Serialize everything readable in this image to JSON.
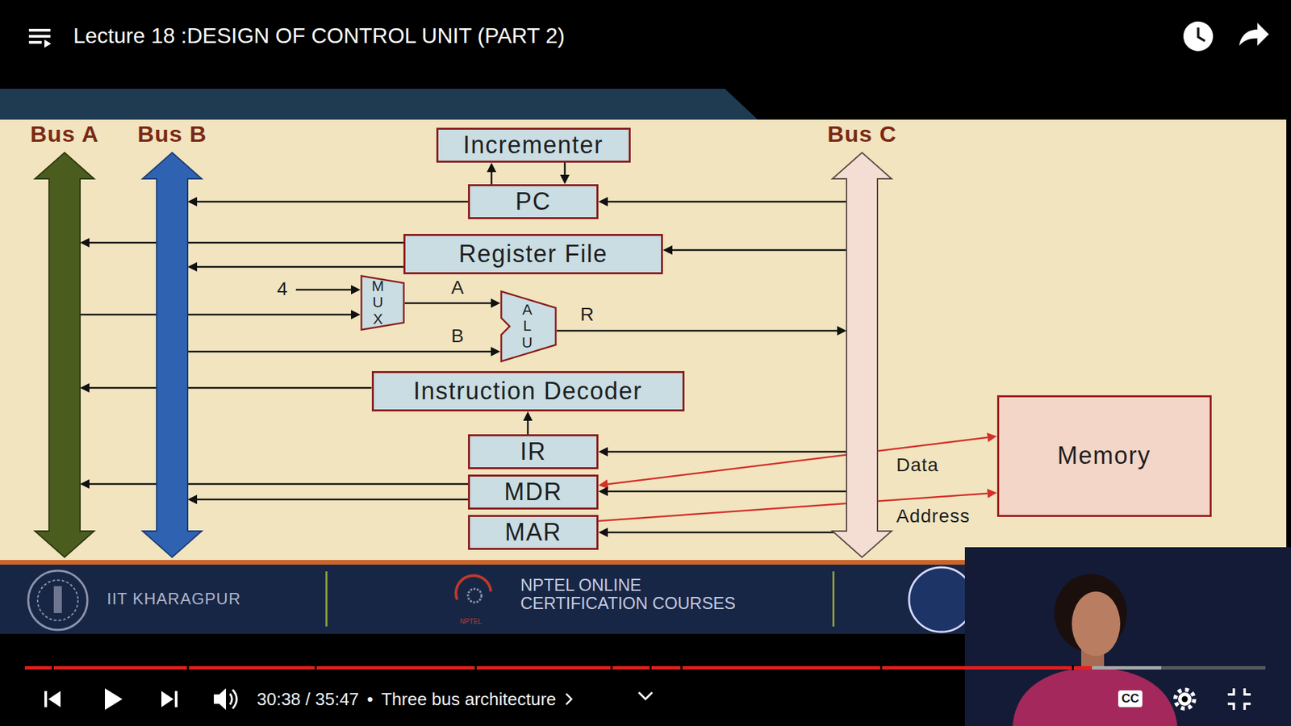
{
  "diagram": {
    "title": "Lecture 18 :DESIGN OF CONTROL UNIT (PART 2)",
    "nodes": [
      {
        "text": [
          "Bus A"
        ]
      },
      {
        "text": [
          "Bus B"
        ]
      },
      {
        "text": [
          "Incrementer"
        ]
      },
      {
        "text": [
          "Bus C"
        ]
      },
      {
        "text": [
          "PC"
        ]
      },
      {
        "text": [
          "Register File"
        ]
      },
      {
        "text": [
          "MUX"
        ]
      },
      {
        "text": [
          "ALU"
        ]
      },
      {
        "text": [
          "Instruction Decoder"
        ]
      },
      {
        "text": [
          "IR"
        ]
      },
      {
        "text": [
          "Memory"
        ]
      },
      {
        "text": [
          "MDR"
        ]
      },
      {
        "text": [
          "MAR"
        ]
      }
    ],
    "edges": [
      {
        "from": 4,
        "to": 2,
        "arrow": "to"
      },
      {
        "from": 2,
        "to": 4,
        "arrow": "to"
      },
      {
        "from": 4,
        "to": 1,
        "arrow": "to"
      },
      {
        "from": 3,
        "to": 4,
        "arrow": "to"
      },
      {
        "from": 5,
        "to": 0,
        "arrow": "to"
      },
      {
        "from": 3,
        "to": 5,
        "arrow": "to"
      },
      {
        "from": 5,
        "to": 1,
        "arrow": "to"
      },
      {
        "from": 0,
        "to": 6,
        "arrow": "to"
      },
      {
        "from": 6,
        "to": 7,
        "arrow": "to",
        "label": "A"
      },
      {
        "from": 1,
        "to": 7,
        "arrow": "to",
        "label": "B"
      },
      {
        "from": 7,
        "to": 3,
        "arrow": "to",
        "label": "R"
      },
      {
        "from": 8,
        "to": 0,
        "arrow": "to"
      },
      {
        "from": 9,
        "to": 8,
        "arrow": "to"
      },
      {
        "from": 3,
        "to": 9,
        "arrow": "to"
      },
      {
        "from": 11,
        "to": 10,
        "arrow": "both",
        "label": "Data"
      },
      {
        "from": 11,
        "to": 0,
        "arrow": "to"
      },
      {
        "from": 3,
        "to": 11,
        "arrow": "to"
      },
      {
        "from": 11,
        "to": 1,
        "arrow": "to"
      },
      {
        "from": 3,
        "to": 12,
        "arrow": "to"
      },
      {
        "from": 12,
        "to": 10,
        "arrow": "to",
        "label": "Address"
      }
    ],
    "labels": [
      "4",
      "IIT KHARAGPUR",
      "NPTEL",
      "NPTEL ONLINE CERTIFICATION COURSES",
      "30:38 / 35:47",
      "•",
      "Three bus architecture",
      "CC"
    ]
  }
}
